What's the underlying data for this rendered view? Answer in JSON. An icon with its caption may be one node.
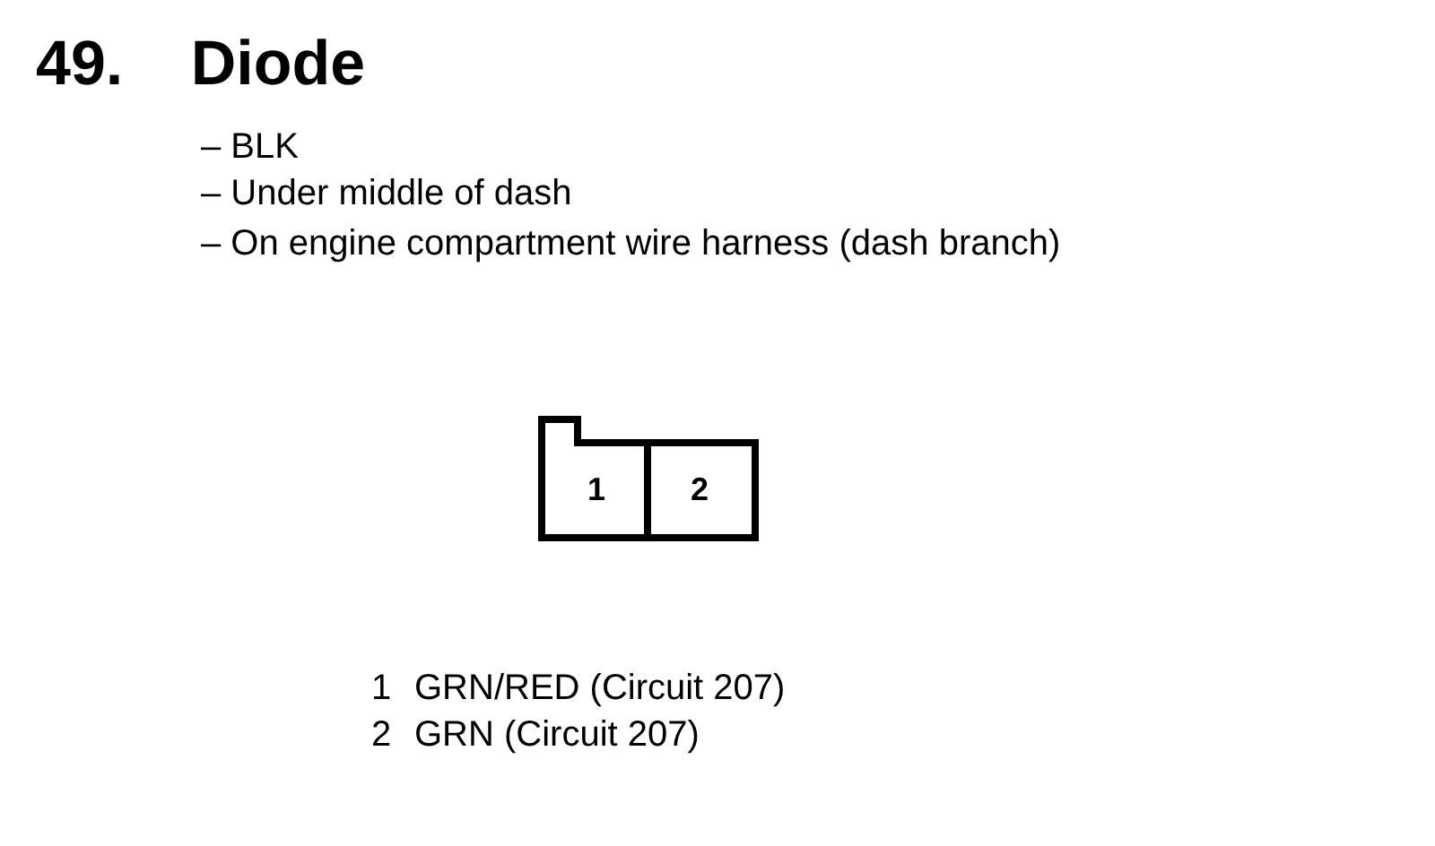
{
  "diagram": {
    "title": "49. Diode",
    "nodes": [
      {
        "text": [],
        "shape": "box"
      },
      {
        "text": [
          "1"
        ],
        "in": 0
      },
      {
        "text": [
          "2"
        ],
        "in": 0
      }
    ],
    "labels": [
      "– BLK",
      "– Under middle of dash",
      "– On engine compartment wire harness (dash branch)",
      "1",
      "GRN/RED (Circuit 207)",
      "2",
      "GRN (Circuit 207)"
    ]
  }
}
